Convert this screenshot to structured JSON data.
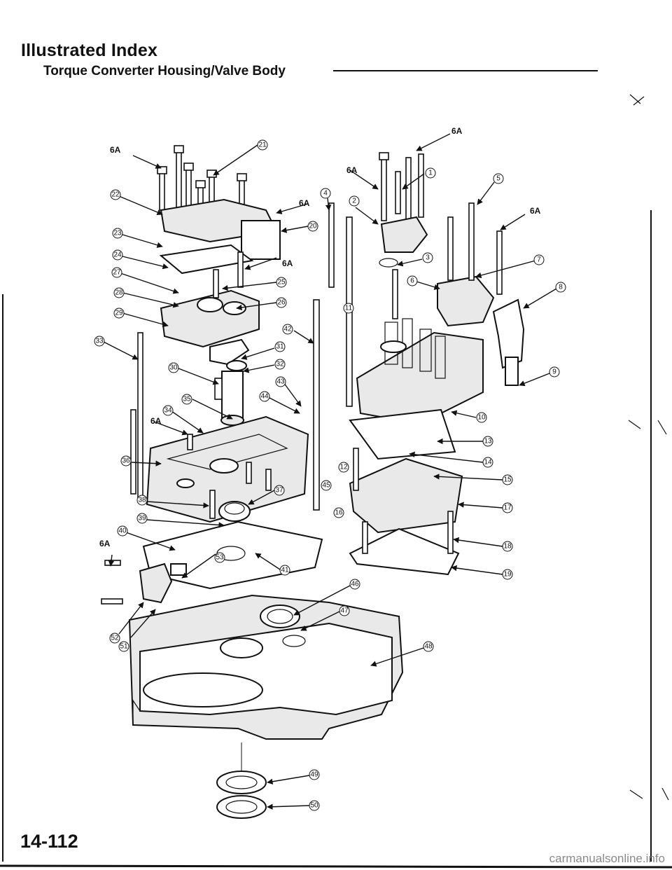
{
  "header": {
    "title": "Illustrated Index",
    "subtitle": "Torque Converter Housing/Valve Body"
  },
  "footer": {
    "page_number": "14-112",
    "watermark": "carmanualsonline.info"
  },
  "diagram": {
    "torque_spec": "6A",
    "callouts": [
      "1",
      "2",
      "3",
      "4",
      "5",
      "6",
      "7",
      "8",
      "9",
      "10",
      "11",
      "12",
      "13",
      "14",
      "15",
      "16",
      "17",
      "18",
      "19",
      "20",
      "21",
      "22",
      "23",
      "24",
      "25",
      "26",
      "27",
      "28",
      "29",
      "30",
      "31",
      "32",
      "33",
      "34",
      "35",
      "36",
      "37",
      "38",
      "39",
      "40",
      "41",
      "42",
      "43",
      "44",
      "45",
      "46",
      "47",
      "48",
      "49",
      "50",
      "51",
      "52",
      "53"
    ]
  }
}
